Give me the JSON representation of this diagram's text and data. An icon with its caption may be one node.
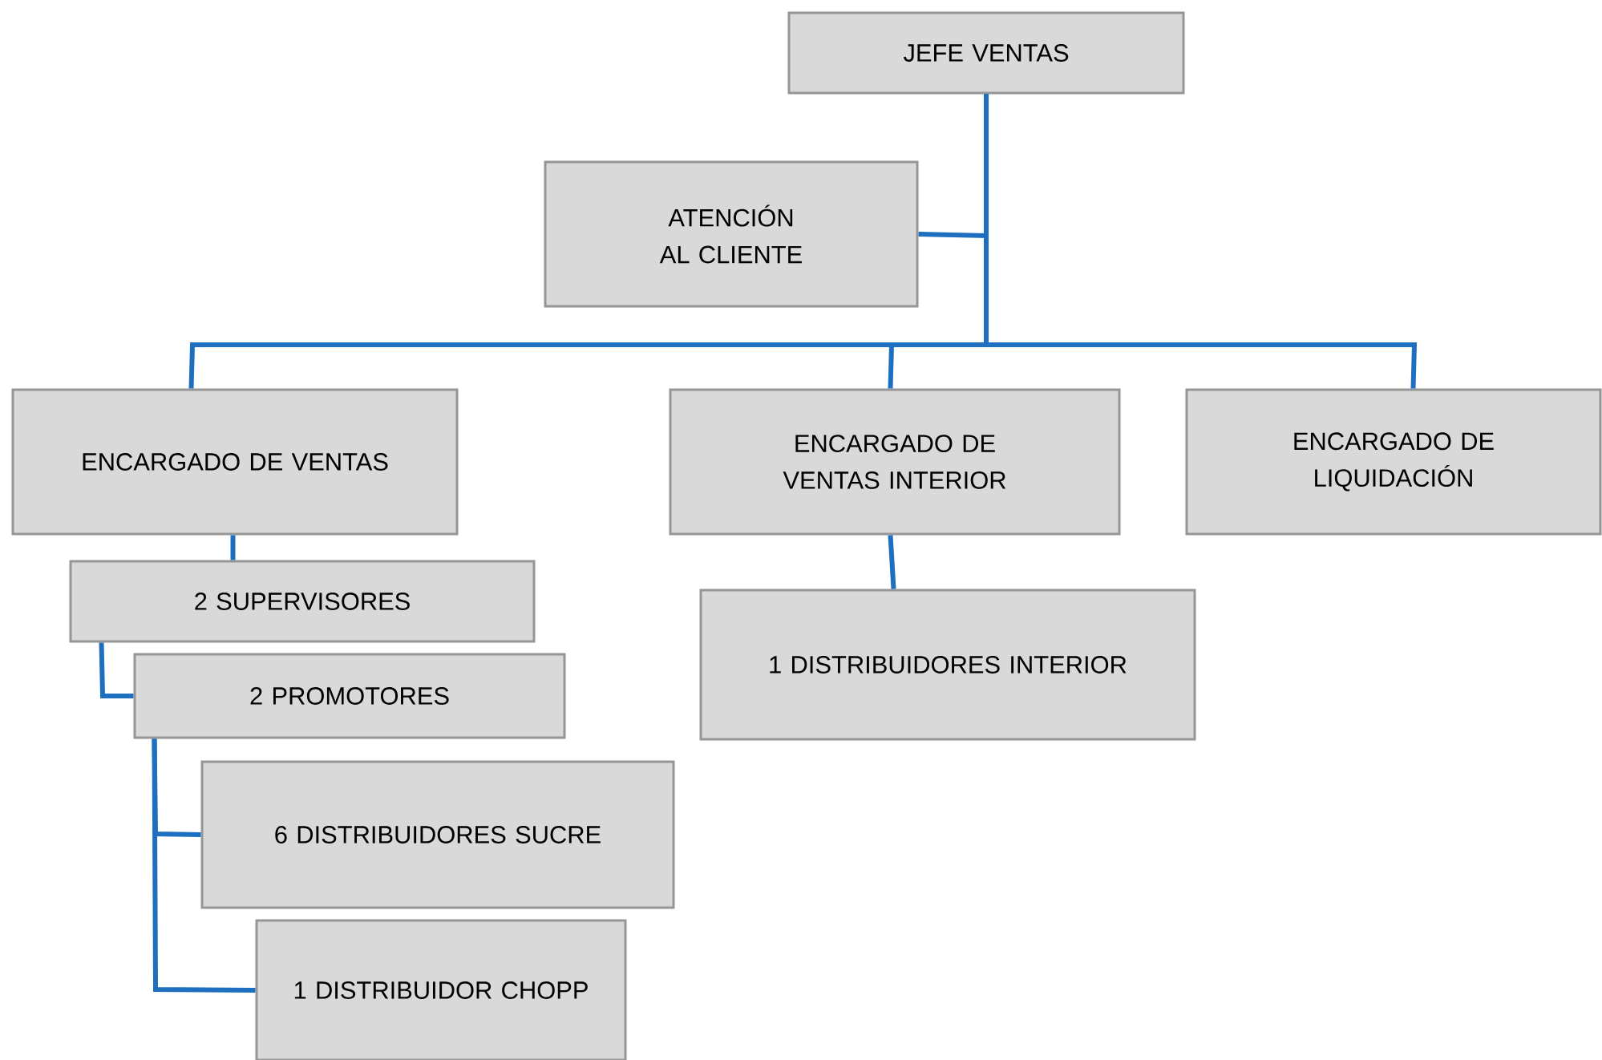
{
  "diagram": {
    "nodes": [
      {
        "text": [
          "JEFE VENTAS"
        ]
      },
      {
        "text": [
          "ATENCIÓN AL CLIENTE"
        ]
      },
      {
        "text": [
          "ENCARGADO DE VENTAS"
        ]
      },
      {
        "text": [
          "ENCARGADO DE VENTAS INTERIOR"
        ]
      },
      {
        "text": [
          "ENCARGADO DE LIQUIDACIÓN"
        ]
      },
      {
        "text": [
          "2 SUPERVISORES"
        ]
      },
      {
        "text": [
          "2 PROMOTORES"
        ]
      },
      {
        "text": [
          "1 DISTRIBUIDORES INTERIOR"
        ]
      },
      {
        "text": [
          "6 DISTRIBUIDORES SUCRE"
        ]
      },
      {
        "text": [
          "1 DISTRIBUIDOR CHOPP"
        ]
      }
    ],
    "edges": [
      {
        "from": 0,
        "to": 1,
        "arrow": "none"
      },
      {
        "from": 0,
        "to": 2,
        "arrow": "none"
      },
      {
        "from": 0,
        "to": 3,
        "arrow": "none"
      },
      {
        "from": 0,
        "to": 4,
        "arrow": "none"
      },
      {
        "from": 2,
        "to": 5,
        "arrow": "none"
      },
      {
        "from": 5,
        "to": 6,
        "arrow": "none"
      },
      {
        "from": 6,
        "to": 8,
        "arrow": "none"
      },
      {
        "from": 6,
        "to": 9,
        "arrow": "none"
      },
      {
        "from": 3,
        "to": 7,
        "arrow": "none"
      }
    ]
  }
}
